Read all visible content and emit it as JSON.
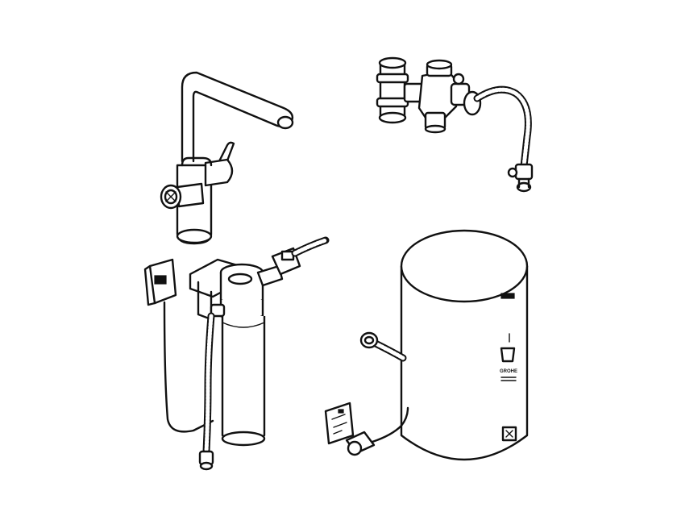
{
  "components": {
    "faucet": {
      "semantic": "kitchen-faucet"
    },
    "valve_assembly": {
      "semantic": "tee-valve-with-braided-hose"
    },
    "filter": {
      "semantic": "water-filter-cartridge-with-bracket"
    },
    "boiler": {
      "semantic": "hot-water-boiler-tank"
    },
    "controller_box": {
      "semantic": "wall-control-box-with-cable"
    },
    "power_plug": {
      "semantic": "power-plug-with-cord"
    }
  },
  "boiler_logo": {
    "text": "GROHE"
  },
  "colors": {
    "line": "#111111",
    "background": "#ffffff"
  }
}
